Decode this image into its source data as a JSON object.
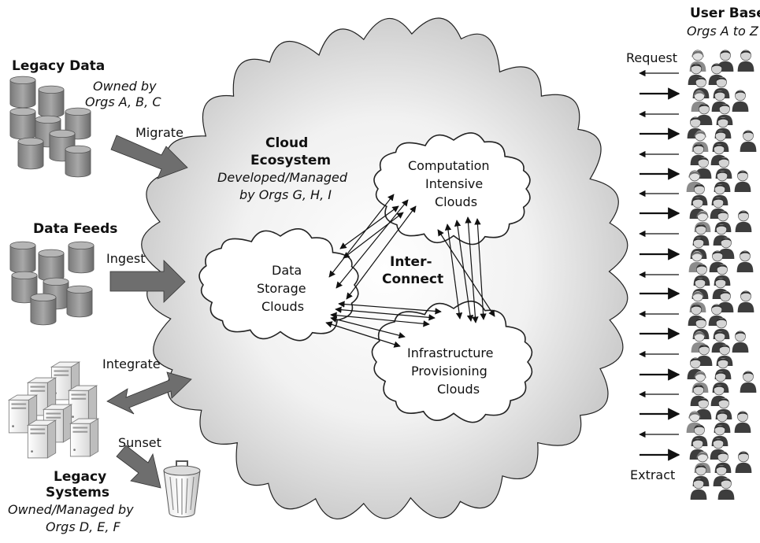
{
  "legacy_data": {
    "title": "Legacy Data",
    "owner_line1": "Owned by",
    "owner_line2": "Orgs A, B, C",
    "action": "Migrate"
  },
  "data_feeds": {
    "title": "Data Feeds",
    "action": "Ingest"
  },
  "legacy_systems": {
    "action_integrate": "Integrate",
    "action_sunset": "Sunset",
    "title_line1": "Legacy",
    "title_line2": "Systems",
    "owner_line1": "Owned/Managed by",
    "owner_line2": "Orgs D, E, F"
  },
  "ecosystem": {
    "title_line1": "Cloud",
    "title_line2": "Ecosystem",
    "owner_line1": "Developed/Managed",
    "owner_line2": "by Orgs G, H, I",
    "interconnect_line1": "Inter-",
    "interconnect_line2": "Connect"
  },
  "clouds": {
    "computation": {
      "line1": "Computation",
      "line2": "Intensive",
      "line3": "Clouds"
    },
    "storage": {
      "line1": "Data",
      "line2": "Storage",
      "line3": "Clouds"
    },
    "infrastructure": {
      "line1": "Infrastructure",
      "line2": "Provisioning",
      "line3": "Clouds"
    }
  },
  "user_base": {
    "title": "User Base",
    "subtitle": "Orgs A to Z",
    "request": "Request",
    "extract": "Extract"
  },
  "colors": {
    "big_cloud_light": "#f4f4f4",
    "big_cloud_dark": "#c9c9c9",
    "block_arrow": "#6e6e6e",
    "cylinder": "#8a8a8a"
  }
}
